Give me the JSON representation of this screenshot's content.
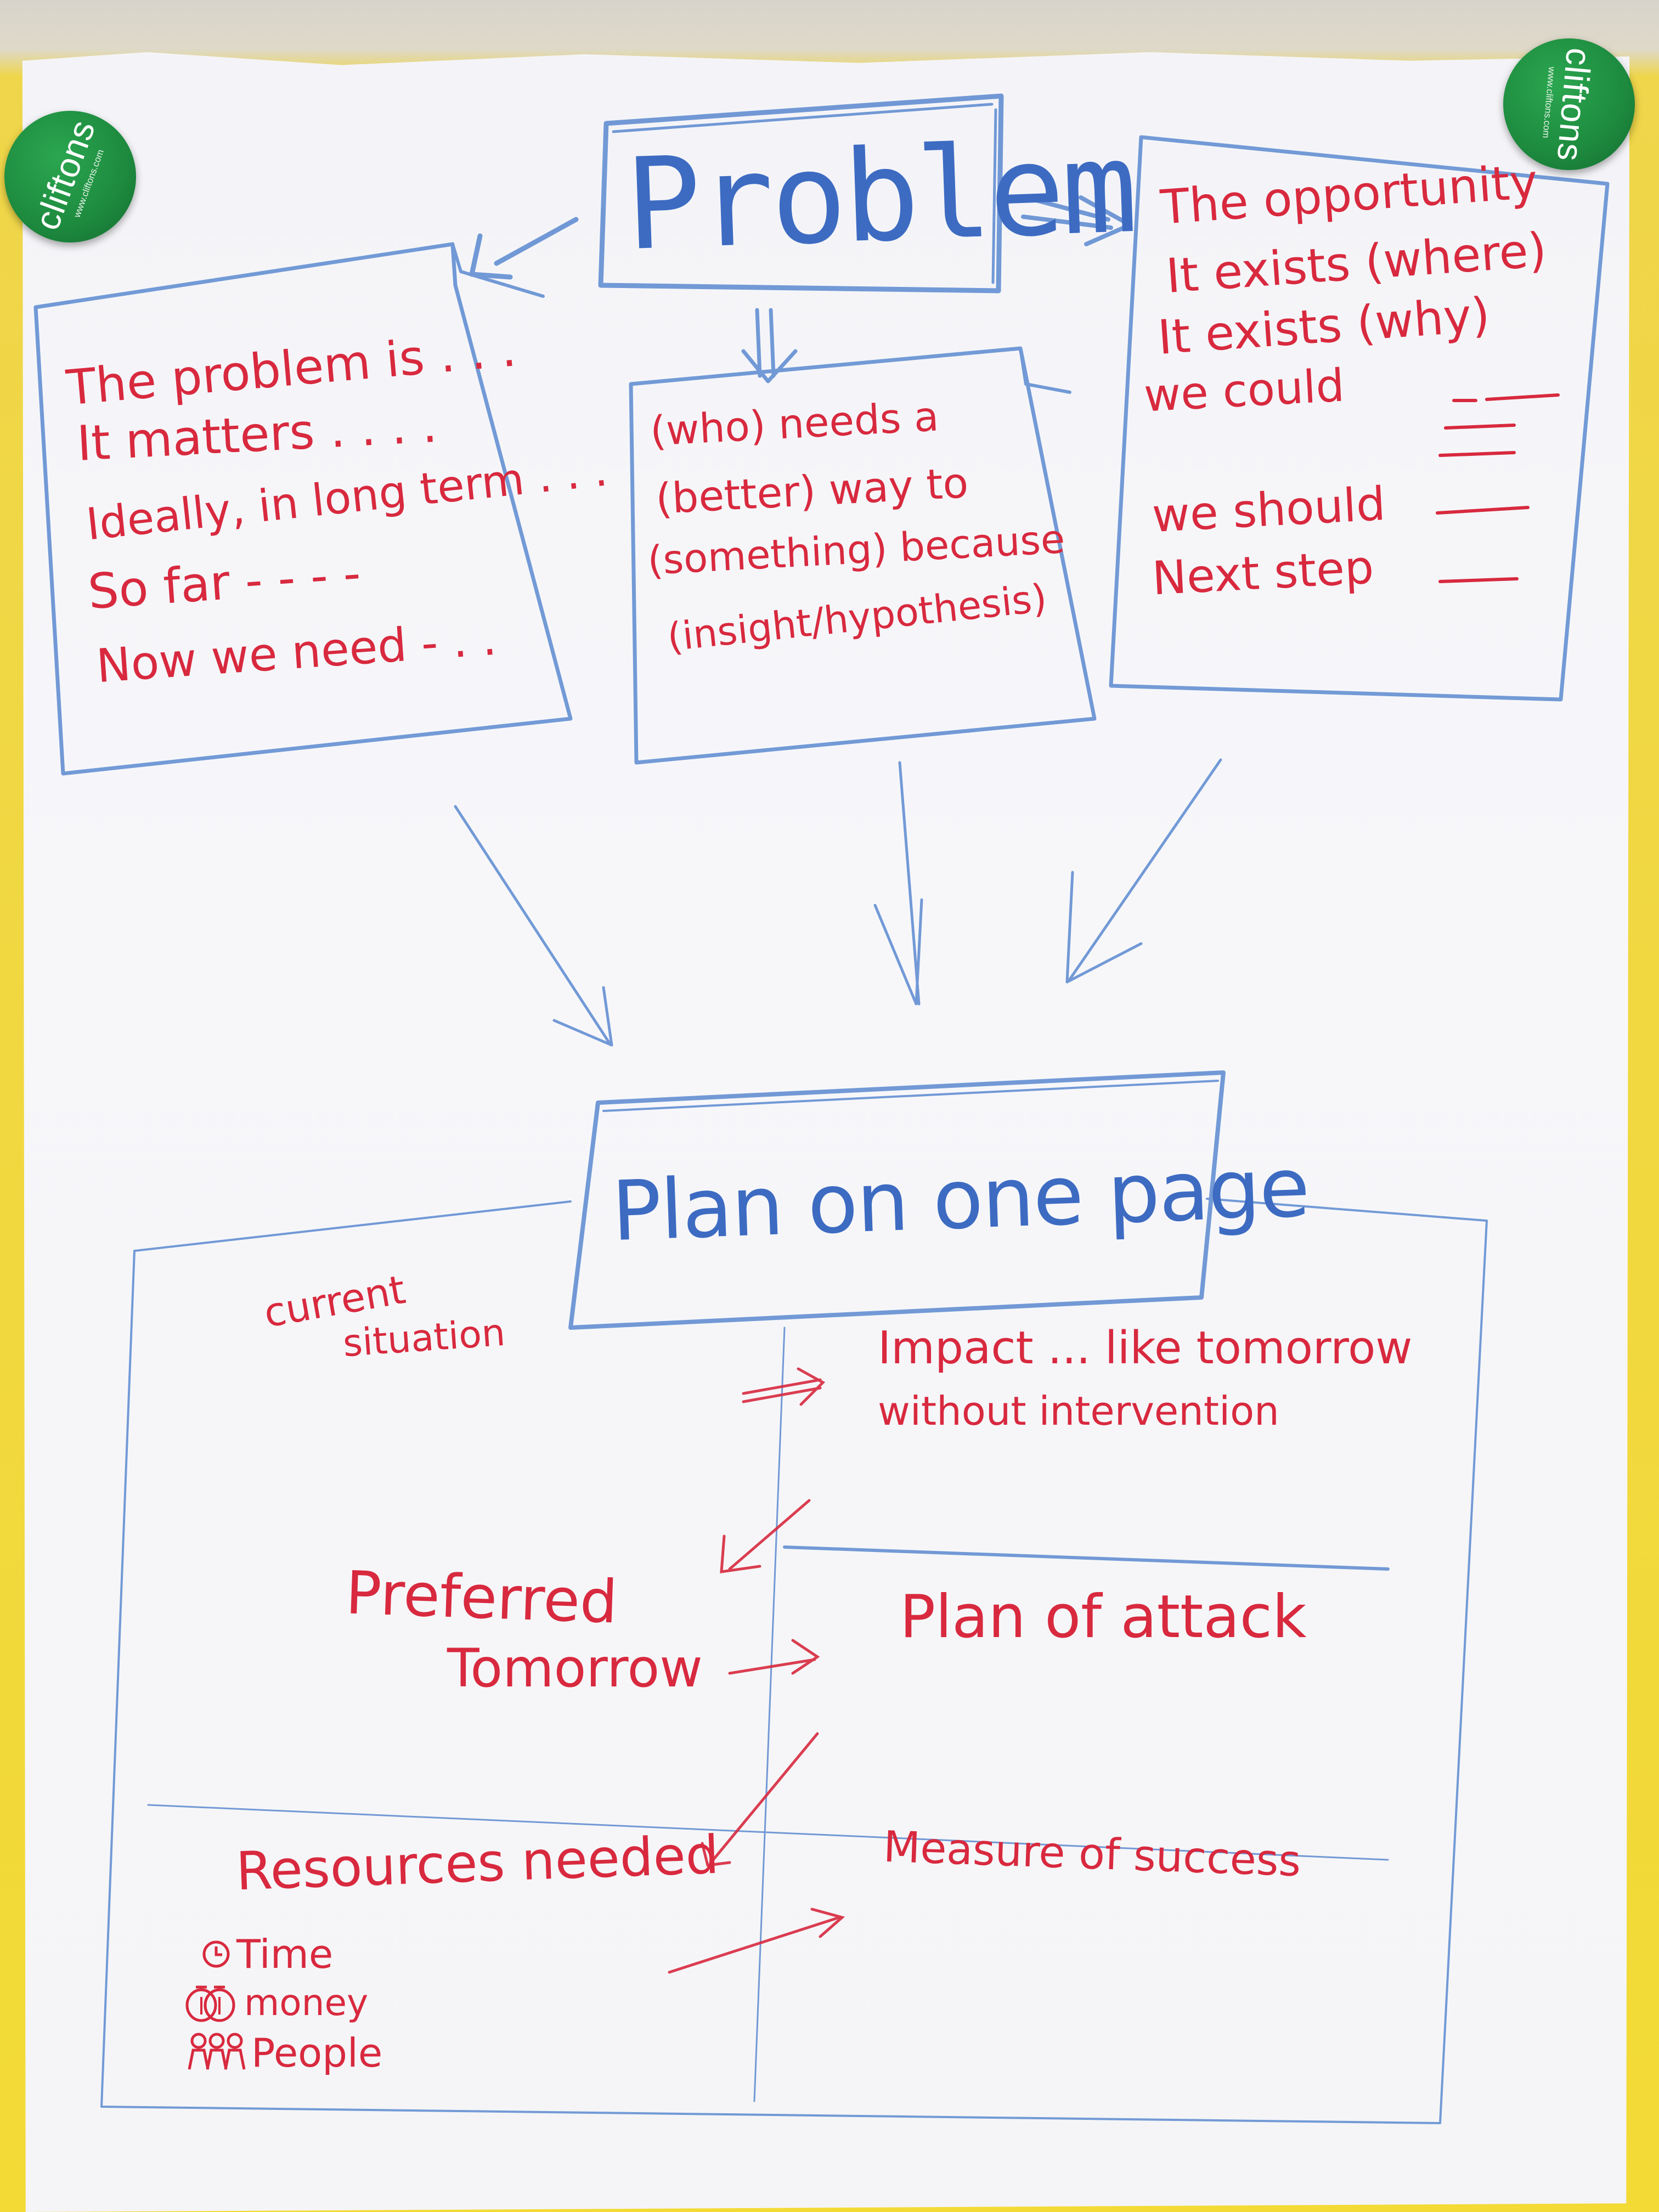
{
  "magnets": {
    "left": {
      "brand": "cliftons",
      "url": "www.cliftons.com"
    },
    "right": {
      "brand": "cliftons",
      "url": "www.cliftons.com"
    }
  },
  "problem": {
    "title": "Problem",
    "left_box": [
      "The problem is . . .",
      "It matters . . . .",
      "Ideally, in long term . . .",
      "So far - - - -",
      "Now we need - . ."
    ],
    "center_box": [
      "(who) needs a",
      "(better) way to",
      "(something) because",
      "(insight/hypothesis)"
    ],
    "right_box": [
      "The opportunity",
      "It exists (where)",
      "It exists (why)",
      "we could",
      "we should",
      "Next step"
    ]
  },
  "plan": {
    "title": "Plan on one page",
    "current_situation": [
      "current",
      "situation"
    ],
    "impact": [
      "Impact ... like tomorrow",
      "without intervention"
    ],
    "preferred": [
      "Preferred",
      "Tomorrow"
    ],
    "plan_of_attack": "Plan of attack",
    "resources_needed": "Resources needed",
    "measure_of_success": "Measure of success",
    "resources": [
      "Time",
      "money",
      "People"
    ]
  },
  "colors": {
    "marker_red": "#d8293e",
    "marker_blue": "#3d6bc2",
    "wall_yellow": "#f3da35",
    "magnet_green": "#1d8a3e"
  },
  "icons": {
    "clock": "clock-icon",
    "money_bag": "money-bag-icon",
    "people": "people-icon"
  }
}
